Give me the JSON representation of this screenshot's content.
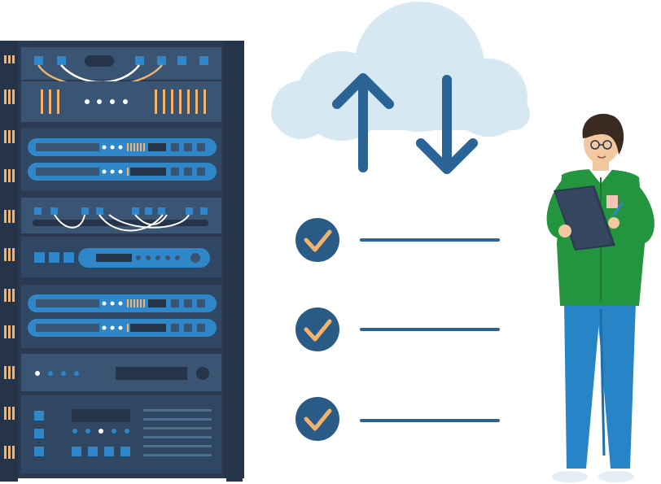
{
  "illustration": {
    "checklist": {
      "items": [
        {
          "status": "checked"
        },
        {
          "status": "checked"
        },
        {
          "status": "checked"
        }
      ]
    },
    "icons": [
      "server-rack-icon",
      "cloud-icon",
      "upload-arrow-icon",
      "download-arrow-icon",
      "check-icon",
      "person-with-clipboard"
    ],
    "colors": {
      "rack_dark": "#2b3a50",
      "rack_panel": "#3a5573",
      "rack_blue": "#2f86c8",
      "accent_orange": "#f3b36b",
      "cloud": "#d6e8f1",
      "arrow": "#2a6497",
      "check_circle": "#2a5a86",
      "line": "#2a6497",
      "shirt_green": "#24953f",
      "pants_blue": "#2784c7",
      "hair": "#3b2a1f",
      "skin": "#f2c8a0"
    }
  }
}
